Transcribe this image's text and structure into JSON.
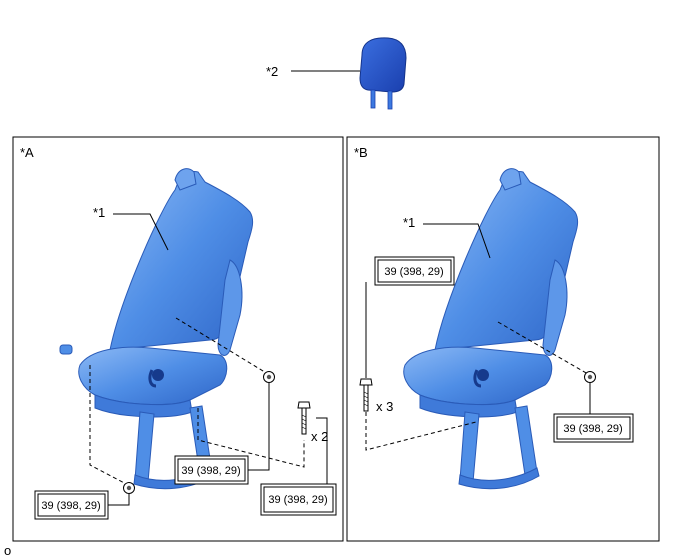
{
  "headrest": {
    "callout": "*2"
  },
  "panel_a": {
    "label": "*A",
    "seat_callout": "*1",
    "bolt_qty": "x 2",
    "torque_1": "39 (398, 29)",
    "torque_2": "39 (398, 29)",
    "torque_3": "39 (398, 29)"
  },
  "panel_b": {
    "label": "*B",
    "seat_callout": "*1",
    "bolt_qty": "x 3",
    "torque_1": "39 (398, 29)",
    "torque_2": "39 (398, 29)"
  },
  "footer": {
    "code": "o"
  },
  "colors": {
    "seat": "#4f8ee6",
    "seat_dark": "#2f66c8",
    "headrest": "#1f4fc4",
    "headrest_post": "#3d79e0"
  }
}
